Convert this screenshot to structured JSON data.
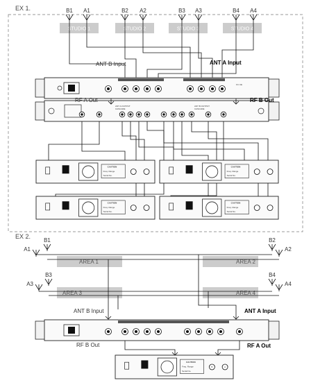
{
  "ex1": {
    "heading": "EX 1.",
    "antennas": [
      "B1",
      "A1",
      "B2",
      "A2",
      "B3",
      "A3",
      "B4",
      "A4"
    ],
    "studios": [
      "STUDIO 1",
      "STUDIO 2",
      "STUDIO 3",
      "STUDIO 4"
    ],
    "ant_b_input": "ANT B Input",
    "ant_a_input": "ANT A Input",
    "rf_a_out": "RF A Out",
    "rf_b_out": "RF B Out",
    "distributor_labels": [
      "ANT A OUTPUT",
      "CASCADE",
      "ANT B OUTPUT",
      "CASCADE"
    ],
    "receiver_caution": "CAUTION",
    "receiver_fields": [
      "Freq. Range",
      "Serial No."
    ]
  },
  "ex2": {
    "heading": "EX 2.",
    "antennas": [
      "B1",
      "A1",
      "B2",
      "A2",
      "B3",
      "A3",
      "B4",
      "A4"
    ],
    "areas": [
      "AREA 1",
      "AREA 2",
      "AREA 3",
      "AREA 4"
    ],
    "ant_b_input": "ANT B Input",
    "ant_a_input": "ANT A Input",
    "rf_b_out": "RF B Out",
    "rf_a_out": "RF A Out",
    "receiver_caution": "CAUTION",
    "receiver_fields": [
      "Freq. Range",
      "Serial No."
    ],
    "receiver_ant_labels": [
      "B",
      "A"
    ]
  },
  "colors": {
    "line": "#111111",
    "box": "#cccccc",
    "dash": "#777777"
  }
}
